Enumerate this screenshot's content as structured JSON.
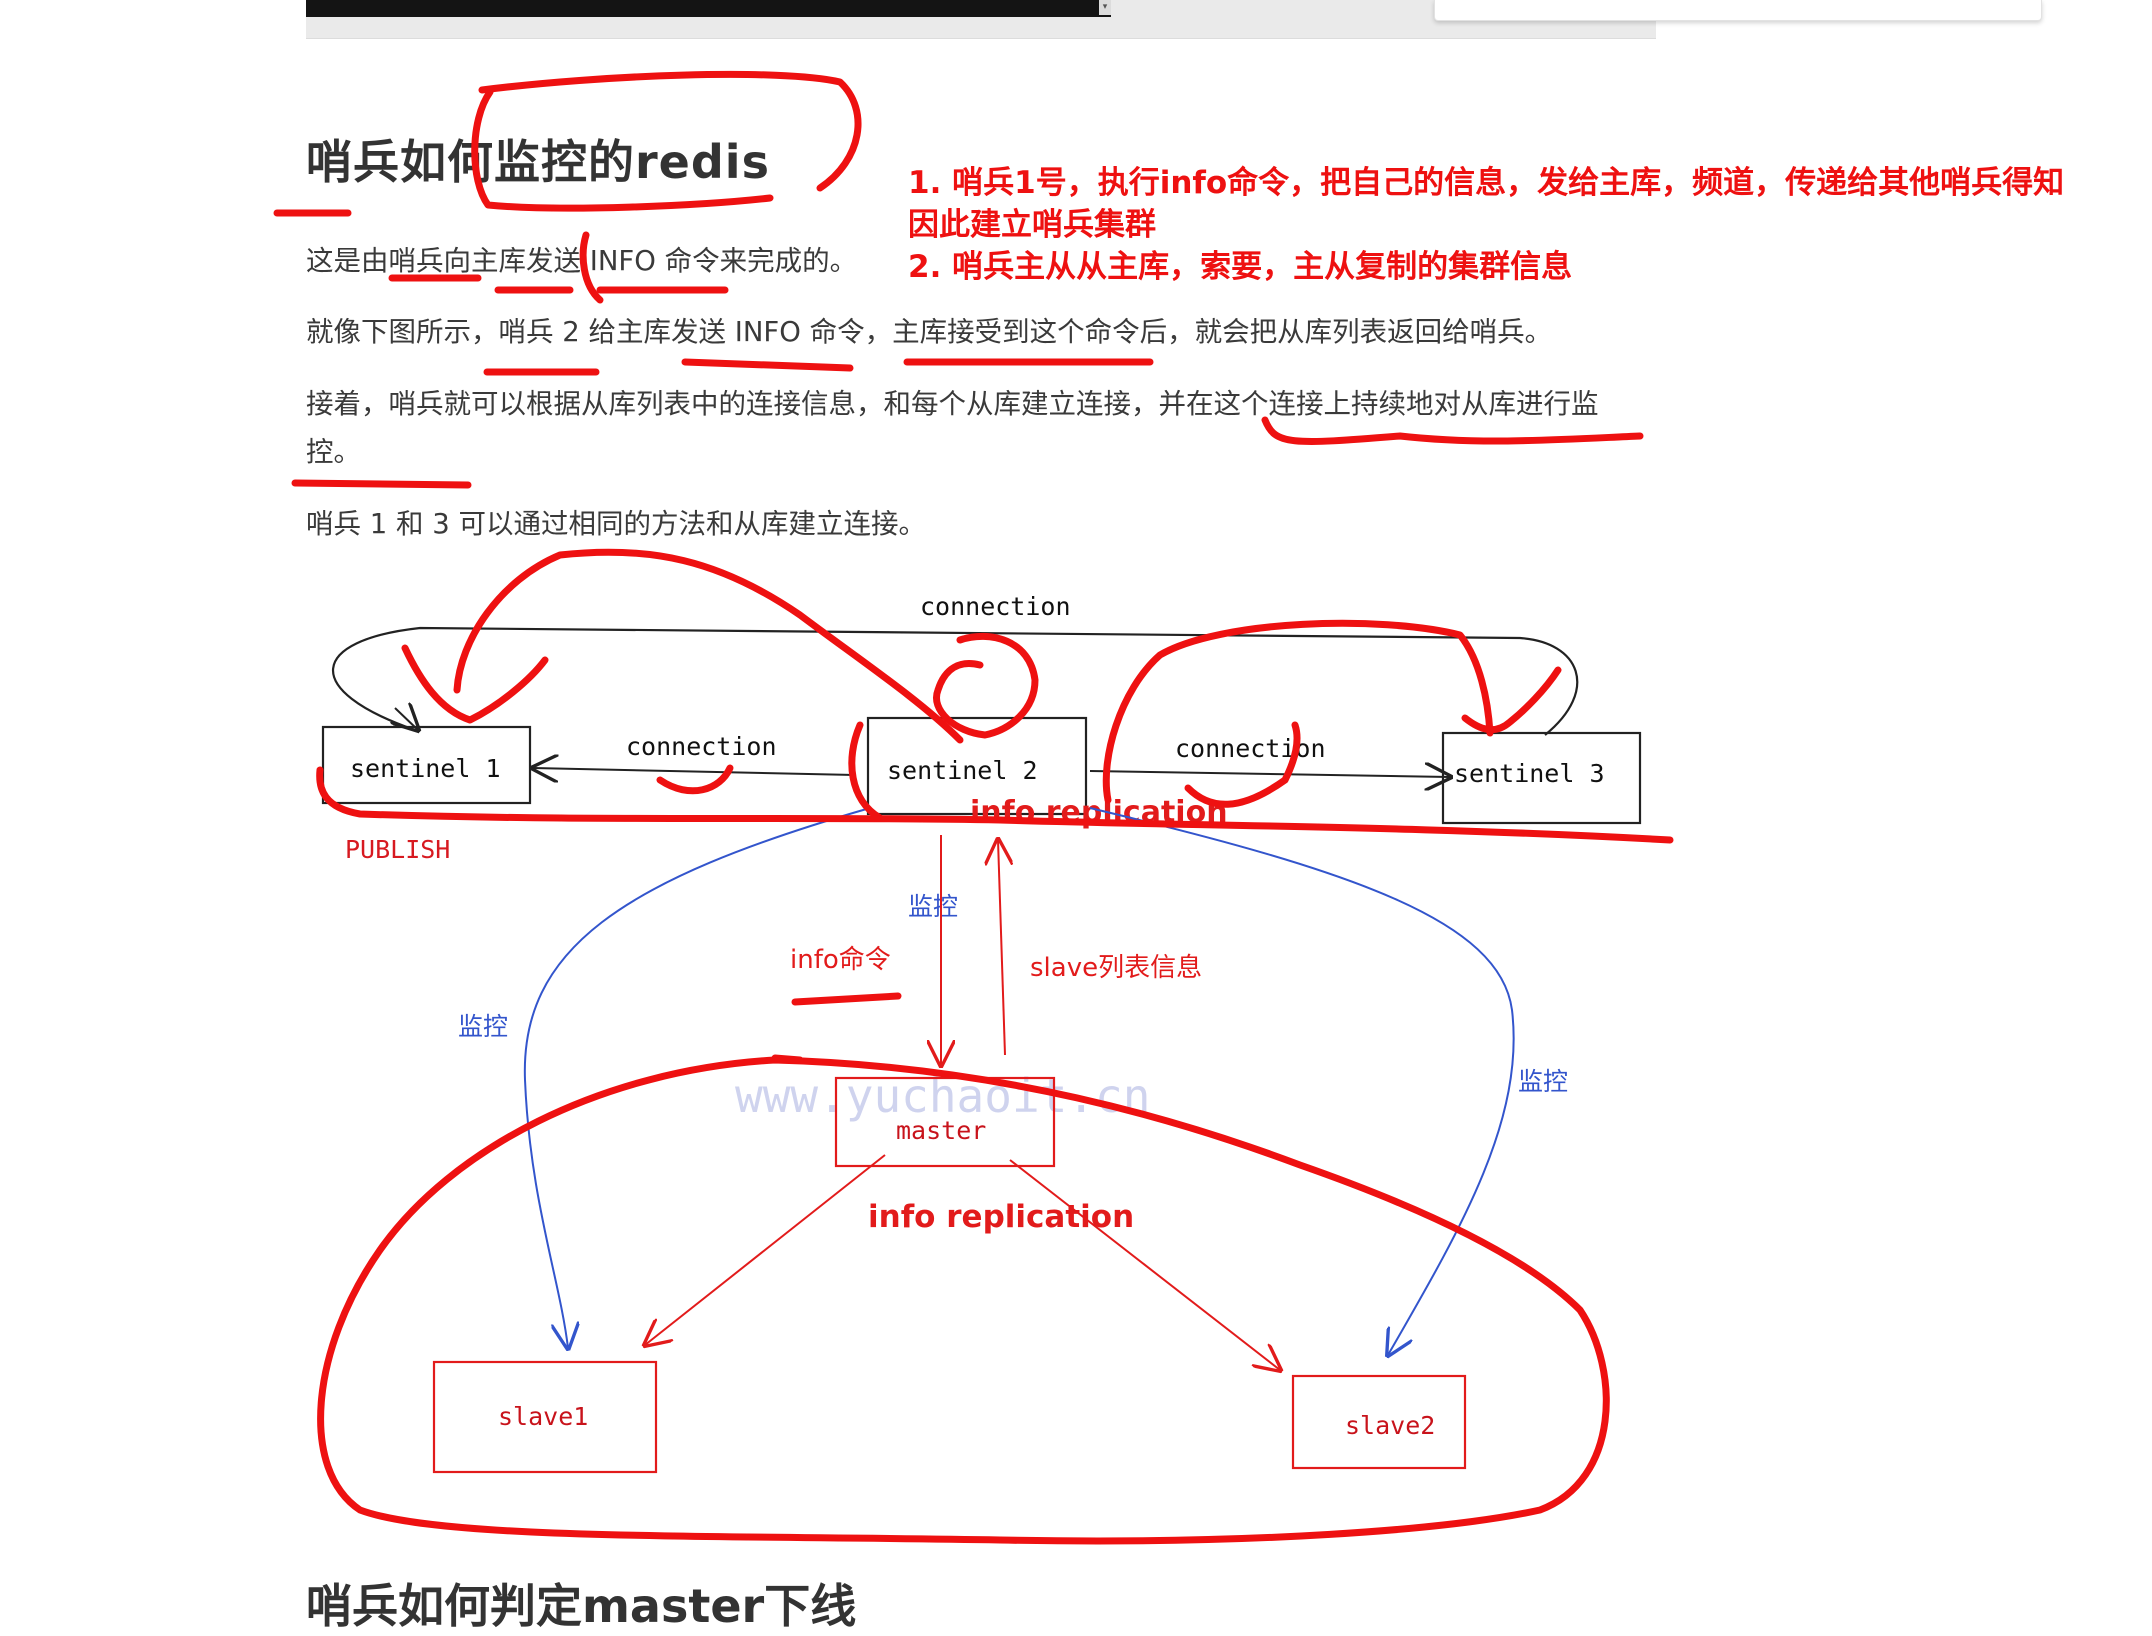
{
  "article": {
    "title": "哨兵如何监控的redis",
    "para1": "这是由哨兵向主库发送 INFO 命令来完成的。",
    "para2": "就像下图所示，哨兵 2 给主库发送 INFO 命令，主库接受到这个命令后，就会把从库列表返回给哨兵。",
    "para3": "接着，哨兵就可以根据从库列表中的连接信息，和每个从库建立连接，并在这个连接上持续地对从库进行监控。",
    "para4": "哨兵 1 和 3 可以通过相同的方法和从库建立连接。",
    "next_heading": "哨兵如何判定master下线"
  },
  "annotations": {
    "line1": "1. 哨兵1号，执行info命令，把自己的信息，发给主库，频道，传递给其他哨兵得知",
    "line2": "因此建立哨兵集群",
    "line3": "2. 哨兵主从从主库，索要，主从复制的集群信息"
  },
  "diagram": {
    "top_connection": "connection",
    "conn_left": "connection",
    "conn_right": "connection",
    "sentinel1": "sentinel 1",
    "sentinel2": "sentinel 2",
    "sentinel3": "sentinel 3",
    "publish": "PUBLISH",
    "info_replication_top": "info replication",
    "monitor_center": "监控",
    "monitor_left": "监控",
    "monitor_right": "监控",
    "info_cmd": "info命令",
    "slave_list": "slave列表信息",
    "watermark": "www.yuchaoit.cn",
    "master": "master",
    "info_replication_mid": "info replication",
    "slave1": "slave1",
    "slave2": "slave2"
  },
  "colors": {
    "ink": "#ee1111",
    "blue": "#3355cc",
    "text": "#333333"
  }
}
